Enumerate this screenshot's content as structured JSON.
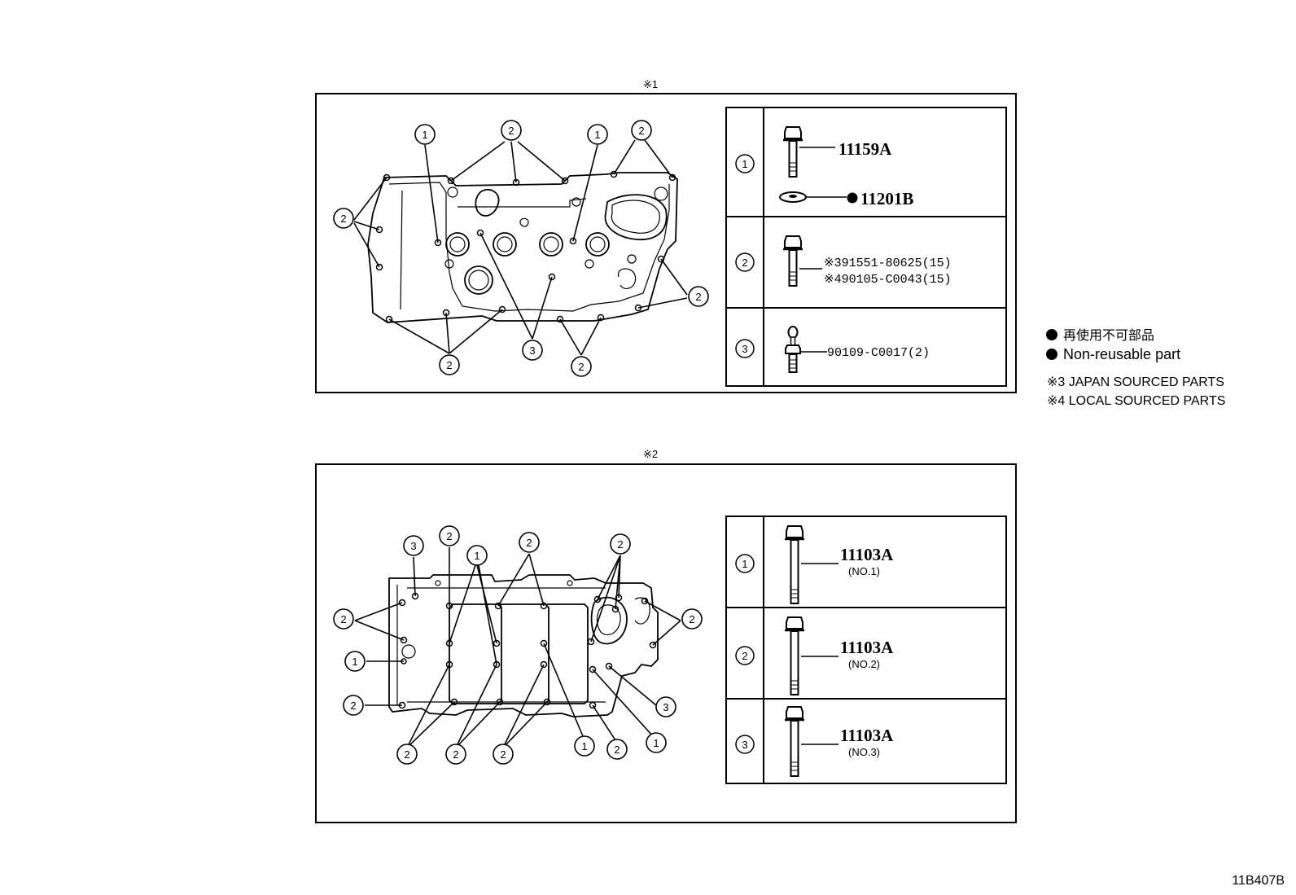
{
  "diagram_id": "11B407B",
  "panels": [
    {
      "marker": "※1",
      "parts": [
        {
          "callout": "1",
          "part_no": "11159A",
          "washer_no": "11201B",
          "washer_non_reusable": true
        },
        {
          "callout": "2",
          "part_no_japan": "※391551-80625(15)",
          "part_no_local": "※490105-C0043(15)"
        },
        {
          "callout": "3",
          "part_no": "90109-C0017(2)"
        }
      ]
    },
    {
      "marker": "※2",
      "parts": [
        {
          "callout": "1",
          "part_no": "11103A",
          "sub": "(NO.1)"
        },
        {
          "callout": "2",
          "part_no": "11103A",
          "sub": "(NO.2)"
        },
        {
          "callout": "3",
          "part_no": "11103A",
          "sub": "(NO.3)"
        }
      ]
    }
  ],
  "legend": {
    "non_reusable_jp": "再使用不可部品",
    "non_reusable_en": "Non-reusable part",
    "note_japan": "※3 JAPAN SOURCED PARTS",
    "note_local": "※4 LOCAL SOURCED PARTS"
  }
}
